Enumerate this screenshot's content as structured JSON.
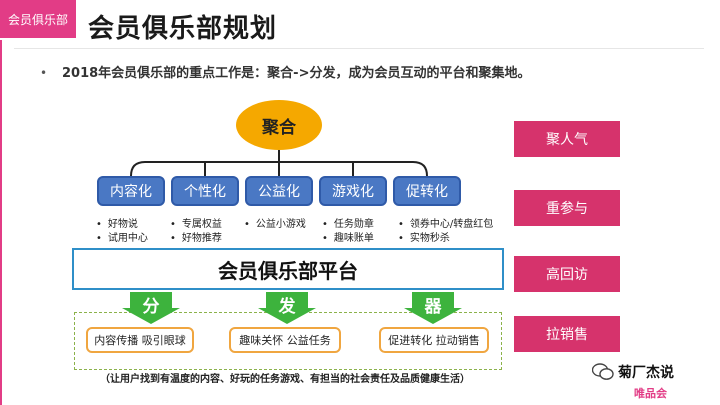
{
  "header": {
    "badge": "会员俱乐部",
    "title": "会员俱乐部规划"
  },
  "intro": {
    "bullet": "•",
    "text": "2018年会员俱乐部的重点工作是：聚合->分发，成为会员互动的平台和聚集地。"
  },
  "diagram": {
    "hub": "聚合",
    "categories": [
      {
        "label": "内容化",
        "items": [
          "好物说",
          "试用中心"
        ]
      },
      {
        "label": "个性化",
        "items": [
          "专属权益",
          "好物推荐"
        ]
      },
      {
        "label": "公益化",
        "items": [
          "公益小游戏"
        ]
      },
      {
        "label": "游戏化",
        "items": [
          "任务勋章",
          "趣味账单"
        ]
      },
      {
        "label": "促转化",
        "items": [
          "领券中心/转盘红包",
          "实物秒杀"
        ]
      }
    ],
    "platform": "会员俱乐部平台",
    "distribution": [
      "分",
      "发",
      "器"
    ],
    "outputs": [
      "内容传播 吸引眼球",
      "趣味关怀 公益任务",
      "促进转化 拉动销售"
    ],
    "note": "（让用户找到有温度的内容、好玩的任务游戏、有担当的社会责任及品质健康生活）"
  },
  "goals": [
    "聚人气",
    "重参与",
    "高回访",
    "拉销售"
  ],
  "watermark": {
    "account": "菊厂杰说",
    "logo": "唯品会"
  },
  "colors": {
    "accent": "#e23c86",
    "hub": "#f5a800",
    "category": "#4a78c4",
    "arrow": "#3db33d",
    "goal": "#d6336c"
  }
}
